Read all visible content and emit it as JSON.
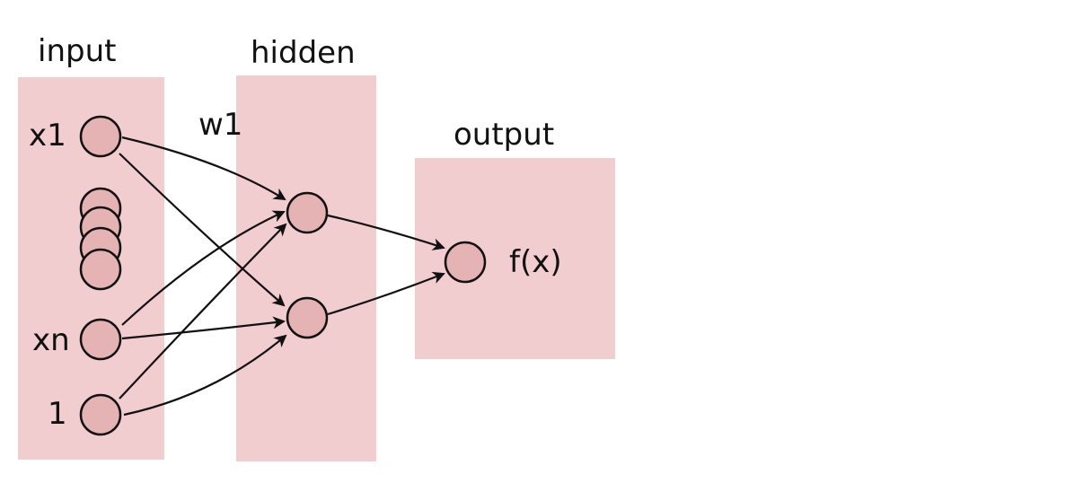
{
  "layers": {
    "input": "input",
    "hidden": "hidden",
    "output": "output"
  },
  "node_labels": {
    "x1": "x1",
    "xn": "xn",
    "bias": "1",
    "output": "f(x)"
  },
  "weight_label": "w1",
  "colors": {
    "layer_fill": "#f2cdcf",
    "node_fill": "#e6b3b5",
    "stroke": "#111111"
  }
}
